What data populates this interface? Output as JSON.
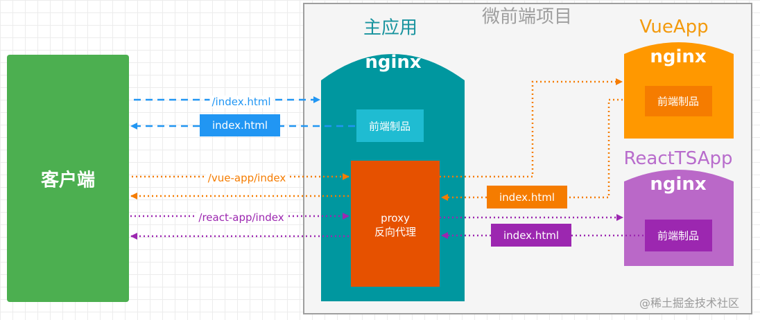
{
  "client": {
    "label": "客户端"
  },
  "micro_frontend": {
    "title": "微前端项目"
  },
  "main_app": {
    "title": "主应用",
    "server": "nginx",
    "artifact": "前端制品",
    "proxy_line1": "proxy",
    "proxy_line2": "反向代理"
  },
  "vue_app": {
    "title": "VueApp",
    "server": "nginx",
    "artifact": "前端制品"
  },
  "react_app": {
    "title": "ReactTSApp",
    "server": "nginx",
    "artifact": "前端制品"
  },
  "flows": {
    "req_index": "/index.html",
    "res_index": "index.html",
    "req_vue": "/vue-app/index",
    "res_vue": "index.html",
    "req_react": "/react-app/index",
    "res_react": "index.html"
  },
  "watermark": "@稀土掘金技术社区",
  "colors": {
    "client": "#4caf50",
    "main_app": "#00979f",
    "main_artifact": "#1fbcd2",
    "proxy": "#e65100",
    "vue_app": "#ff9800",
    "vue_artifact": "#f57c00",
    "react_app": "#ba68c8",
    "react_artifact": "#9c27b0",
    "flow_blue": "#2196f3",
    "flow_orange": "#f57c00",
    "flow_purple": "#9c27b0",
    "frame_border": "#9e9e9e"
  }
}
